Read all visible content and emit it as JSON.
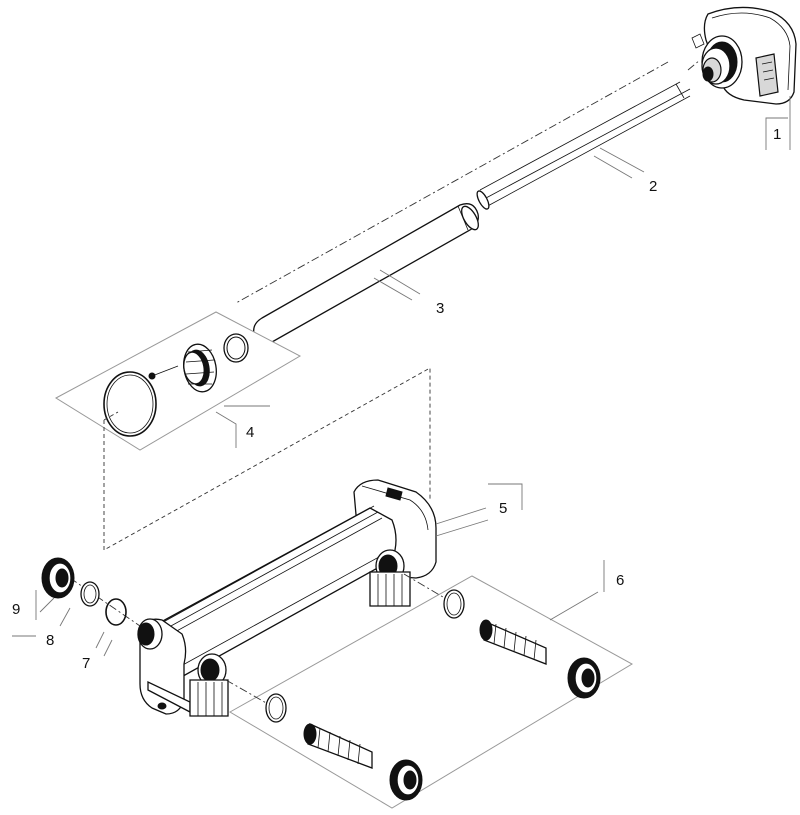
{
  "diagram": {
    "callouts": [
      {
        "id": "callout-1",
        "number": "1"
      },
      {
        "id": "callout-2",
        "number": "2"
      },
      {
        "id": "callout-3",
        "number": "3"
      },
      {
        "id": "callout-4",
        "number": "4"
      },
      {
        "id": "callout-5",
        "number": "5"
      },
      {
        "id": "callout-6",
        "number": "6"
      },
      {
        "id": "callout-7",
        "number": "7"
      },
      {
        "id": "callout-8",
        "number": "8"
      },
      {
        "id": "callout-9",
        "number": "9"
      }
    ],
    "colors": {
      "line": "#111111",
      "leader": "#777777",
      "panel_border": "#999999",
      "background": "#ffffff"
    }
  }
}
